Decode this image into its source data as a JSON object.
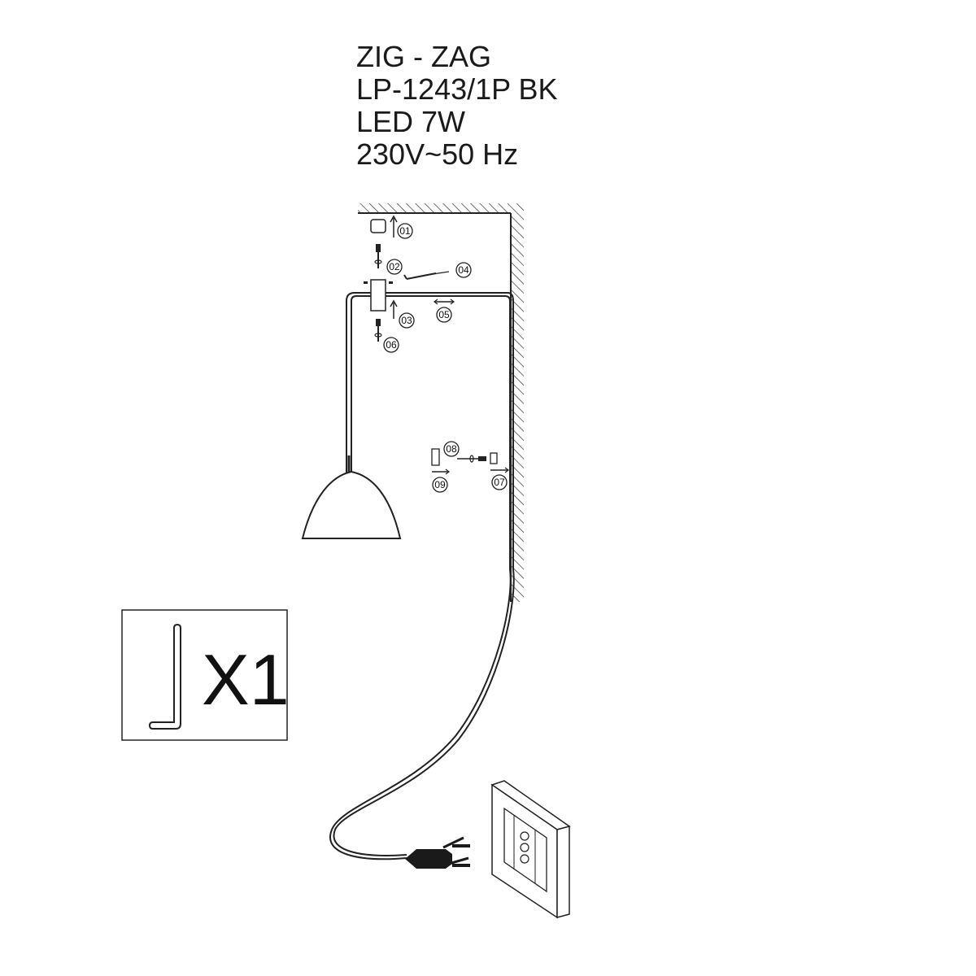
{
  "product": {
    "name": "ZIG - ZAG",
    "model": "LP-1243/1P BK",
    "power": "LED 7W",
    "voltage": "230V~50 Hz"
  },
  "parts": {
    "p01": "01",
    "p02": "02",
    "p03": "03",
    "p04": "04",
    "p05": "05",
    "p06": "06",
    "p07": "07",
    "p08": "08",
    "p09": "09"
  },
  "kit": {
    "quantity_label": "X1",
    "tool_icon": "allen-key-icon"
  },
  "colors": {
    "line": "#222222",
    "background": "#ffffff"
  }
}
